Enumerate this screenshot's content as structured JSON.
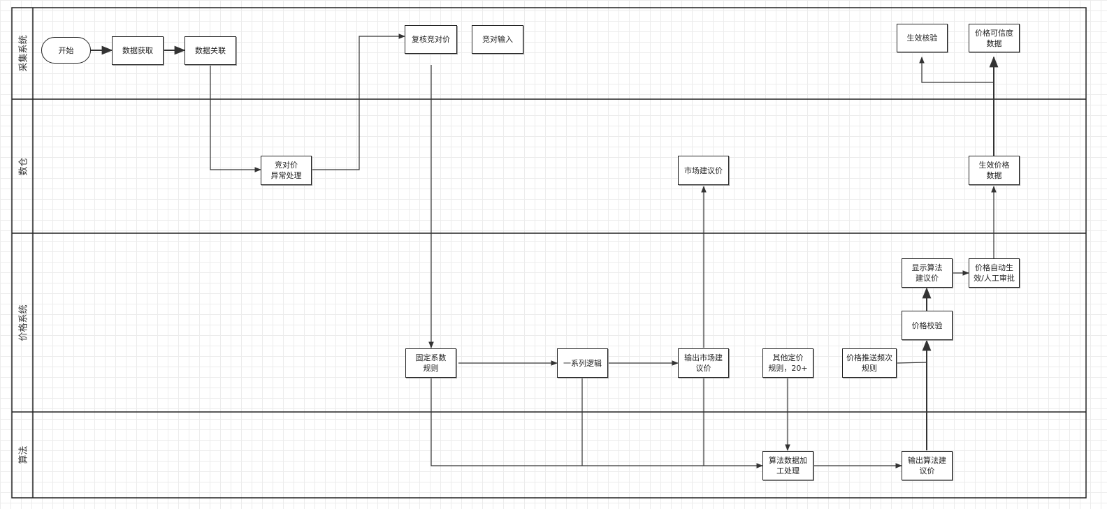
{
  "lanes": {
    "acquisition": "采集系统",
    "warehouse": "数仓",
    "pricing": "价格系统",
    "algorithm": "算法"
  },
  "nodes": {
    "start": "开始",
    "data_fetch": "数据获取",
    "data_link": "数据关联",
    "review_competitor_price": "复核竞对价",
    "competitor_input": "竞对输入",
    "effective_check": "生效核验",
    "price_credibility_data": "价格可信度\n数据",
    "competitor_exception": "竞对价\n异常处理",
    "market_suggested_price": "市场建议价",
    "effective_price_data": "生效价格\n数据",
    "show_algo_price": "显示算法\n建议价",
    "auto_effect_approval": "价格自动生\n效/人工审批",
    "price_check": "价格校验",
    "fixed_coefficient_rule": "固定系数\n规则",
    "logic_series": "一系列逻辑",
    "output_market_price": "输出市场建\n议价",
    "other_pricing_rules": "其他定价\n规则，20+",
    "push_frequency_rule": "价格推送频次\n规则",
    "algo_data_processing": "算法数据加\n工处理",
    "output_algo_price": "输出算法建\n议价"
  }
}
